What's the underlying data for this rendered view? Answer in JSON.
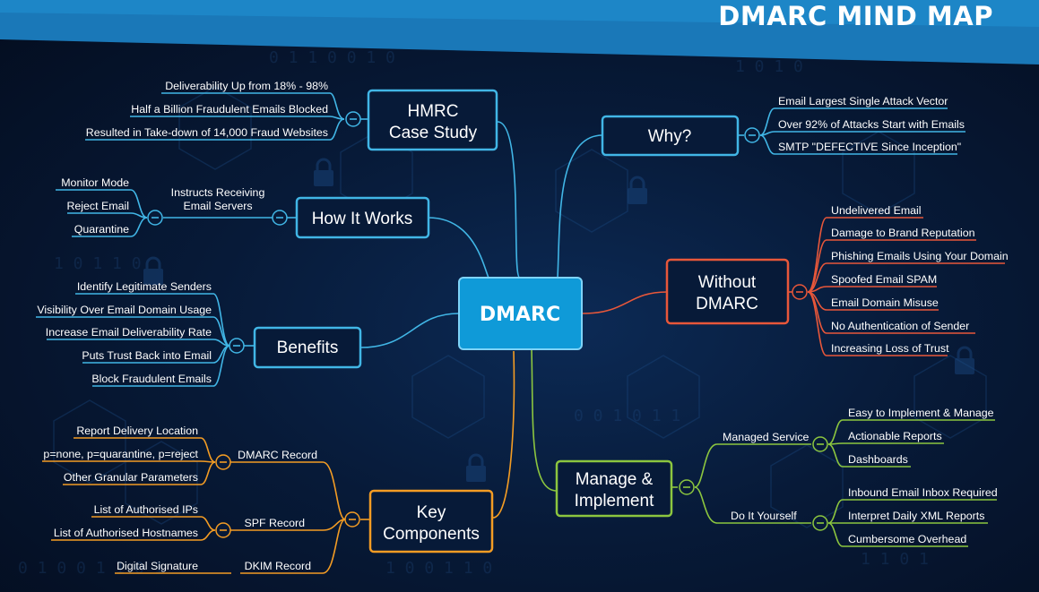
{
  "header": {
    "title": "DMARC MIND MAP"
  },
  "colors": {
    "blue": "#41b6e6",
    "red": "#e8573a",
    "green": "#8cc63f",
    "orange": "#f39c24",
    "center_fill": "#0f9ad8",
    "banner": "#1c7fc0"
  },
  "center": {
    "label": "DMARC"
  },
  "nodes": {
    "hmrc": {
      "line1": "HMRC",
      "line2": "Case Study",
      "leaves": [
        "Deliverability Up from 18% - 98%",
        "Half a Billion Fraudulent Emails Blocked",
        "Resulted in Take-down of 14,000 Fraud Websites"
      ]
    },
    "how": {
      "label": "How It Works",
      "sub_line1": "Instructs Receiving",
      "sub_line2": "Email Servers",
      "leaves": [
        "Monitor Mode",
        "Reject Email",
        "Quarantine"
      ]
    },
    "benefits": {
      "label": "Benefits",
      "leaves": [
        "Identify Legitimate Senders",
        "Visibility Over Email Domain Usage",
        "Increase Email Deliverability Rate",
        "Puts Trust Back into Email",
        "Block Fraudulent Emails"
      ]
    },
    "key": {
      "line1": "Key",
      "line2": "Components",
      "dmarc_record": {
        "label": "DMARC Record",
        "leaves": [
          "Report Delivery Location",
          "p=none, p=quarantine, p=reject",
          "Other Granular Parameters"
        ]
      },
      "spf_record": {
        "label": "SPF Record",
        "leaves": [
          "List of Authorised IPs",
          "List of Authorised Hostnames"
        ]
      },
      "dkim_record": {
        "label": "DKIM Record",
        "leaves": [
          "Digital Signature"
        ]
      }
    },
    "why": {
      "label": "Why?",
      "leaves": [
        "Email Largest Single Attack Vector",
        "Over 92% of Attacks Start with Emails",
        "SMTP \"DEFECTIVE Since Inception\""
      ]
    },
    "without": {
      "line1": "Without",
      "line2": "DMARC",
      "leaves": [
        "Undelivered Email",
        "Damage to Brand Reputation",
        "Phishing Emails Using Your Domain",
        "Spoofed Email SPAM",
        "Email Domain Misuse",
        "No Authentication of Sender",
        "Increasing Loss of Trust"
      ]
    },
    "manage": {
      "line1": "Manage &",
      "line2": "Implement",
      "managed": {
        "label": "Managed Service",
        "leaves": [
          "Easy to Implement & Manage",
          "Actionable Reports",
          "Dashboards"
        ]
      },
      "diy": {
        "label": "Do It Yourself",
        "leaves": [
          "Inbound Email Inbox Required",
          "Interpret Daily XML Reports",
          "Cumbersome Overhead"
        ]
      }
    }
  }
}
